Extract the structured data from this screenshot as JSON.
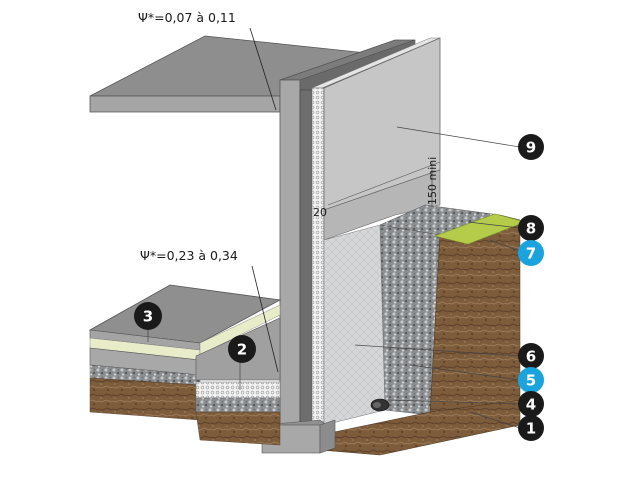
{
  "diagram": {
    "type": "construction-section",
    "subject": "Foundation wall with exterior insulation, drainage and floor slabs",
    "annotations": {
      "psi_upper": "Ψ*=0,07 à 0,11",
      "psi_lower": "Ψ*=0,23 à 0,34",
      "dim_height": "150 mini",
      "dim_offset": "20"
    },
    "callouts": [
      {
        "id": "9",
        "color": "#1a1a1a",
        "target": "wall render / facade panel"
      },
      {
        "id": "8",
        "color": "#1a1a1a",
        "target": "grass top layer"
      },
      {
        "id": "7",
        "color": "#1aa3dd",
        "target": "topsoil"
      },
      {
        "id": "6",
        "color": "#1a1a1a",
        "target": "insulation"
      },
      {
        "id": "5",
        "color": "#1aa3dd",
        "target": "drainage gravel"
      },
      {
        "id": "4",
        "color": "#1a1a1a",
        "target": "drain pipe"
      },
      {
        "id": "1",
        "color": "#1a1a1a",
        "target": "footing"
      },
      {
        "id": "3",
        "color": "#1a1a1a",
        "target": "floor insulation layer"
      },
      {
        "id": "2",
        "color": "#1a1a1a",
        "target": "under-slab insulation"
      }
    ],
    "colors": {
      "concrete_top": "#8c8c8c",
      "concrete_side": "#9e9e9e",
      "render_panel": "#c8c8c8",
      "insulation_white": "#eef0ea",
      "insulation_cream": "#e9ecc8",
      "gravel": "#8a8d8f",
      "soil": "#7a5a3a",
      "grass": "#b4cc4a",
      "badge_dark": "#1a1a1a",
      "badge_blue": "#1aa3dd"
    }
  }
}
